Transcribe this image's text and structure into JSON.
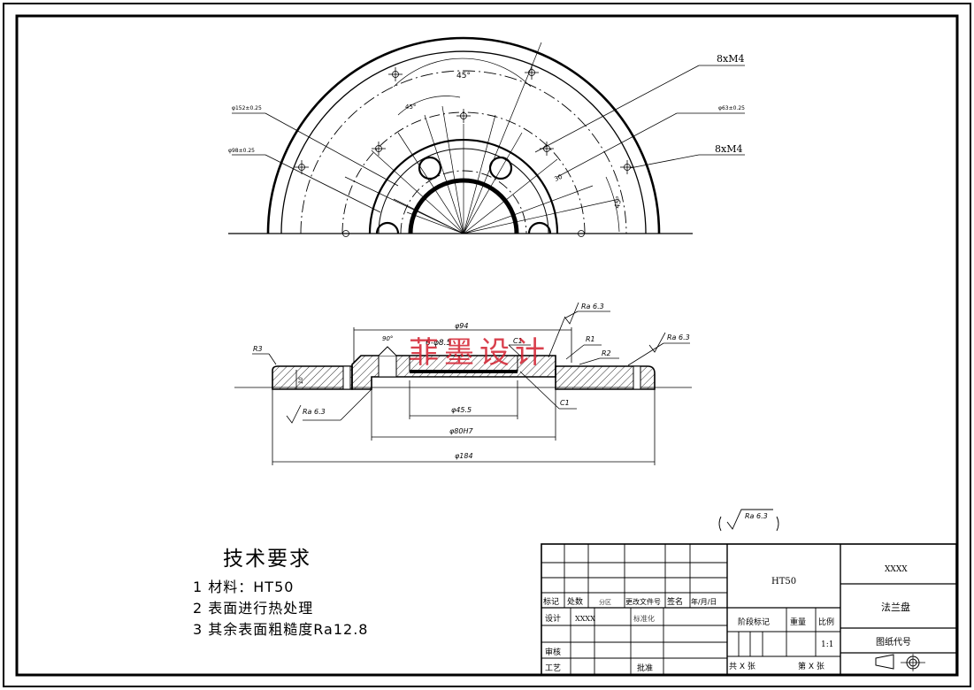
{
  "drawing": {
    "watermark": "菲墨设计",
    "plan_view": {
      "label_8xM4_top": "8xM4",
      "label_8xM4_mid": "8xM4",
      "label_dia_152": "φ152±0.25",
      "label_dia_left": "φ98±0.25",
      "label_dia_right": "φ63±0.25",
      "angle_45_outer": "45°",
      "angle_45_inner": "45°",
      "angle_right": "45°",
      "angle_small": "30"
    },
    "section_view": {
      "dim_phi94": "φ94",
      "dim_6xphi8_5": "6-φ8.5",
      "dim_90deg": "90°",
      "dim_c1_top": "C1",
      "dim_c1_bottom": "C1",
      "dim_r1": "R1",
      "dim_r2": "R2",
      "dim_r3": "R3",
      "dim_ra_top": "Ra 6.3",
      "dim_ra_right": "Ra 6.3",
      "dim_ra_left": "Ra 6.3",
      "dim_phi45_5": "φ45.5",
      "dim_phi80h7": "φ80H7",
      "dim_phi184": "φ184",
      "dim_thickness": "10"
    },
    "roughness_note": "Ra 6.3"
  },
  "requirements": {
    "title": "技术要求",
    "items": [
      "1 材料：HT50",
      "2 表面进行热处理",
      "3 其余表面粗糙度Ra12.8"
    ]
  },
  "title_block": {
    "material": "HT50",
    "company": "XXXX",
    "part_name": "法兰盘",
    "drawing_no_label": "图纸代号",
    "row_marks": [
      "标记",
      "处数",
      "分区",
      "更改文件号",
      "签名",
      "年/月/日"
    ],
    "design_label": "设计",
    "design_name": "XXXX",
    "standard_label": "标准化",
    "review_label": "审核",
    "process_label": "工艺",
    "approve_label": "批准",
    "stage_label": "阶段标记",
    "weight_label": "重量",
    "scale_label": "比例",
    "scale_value": "1:1",
    "sheets_total": "共 X 张",
    "sheet_no": "第 X 张"
  }
}
